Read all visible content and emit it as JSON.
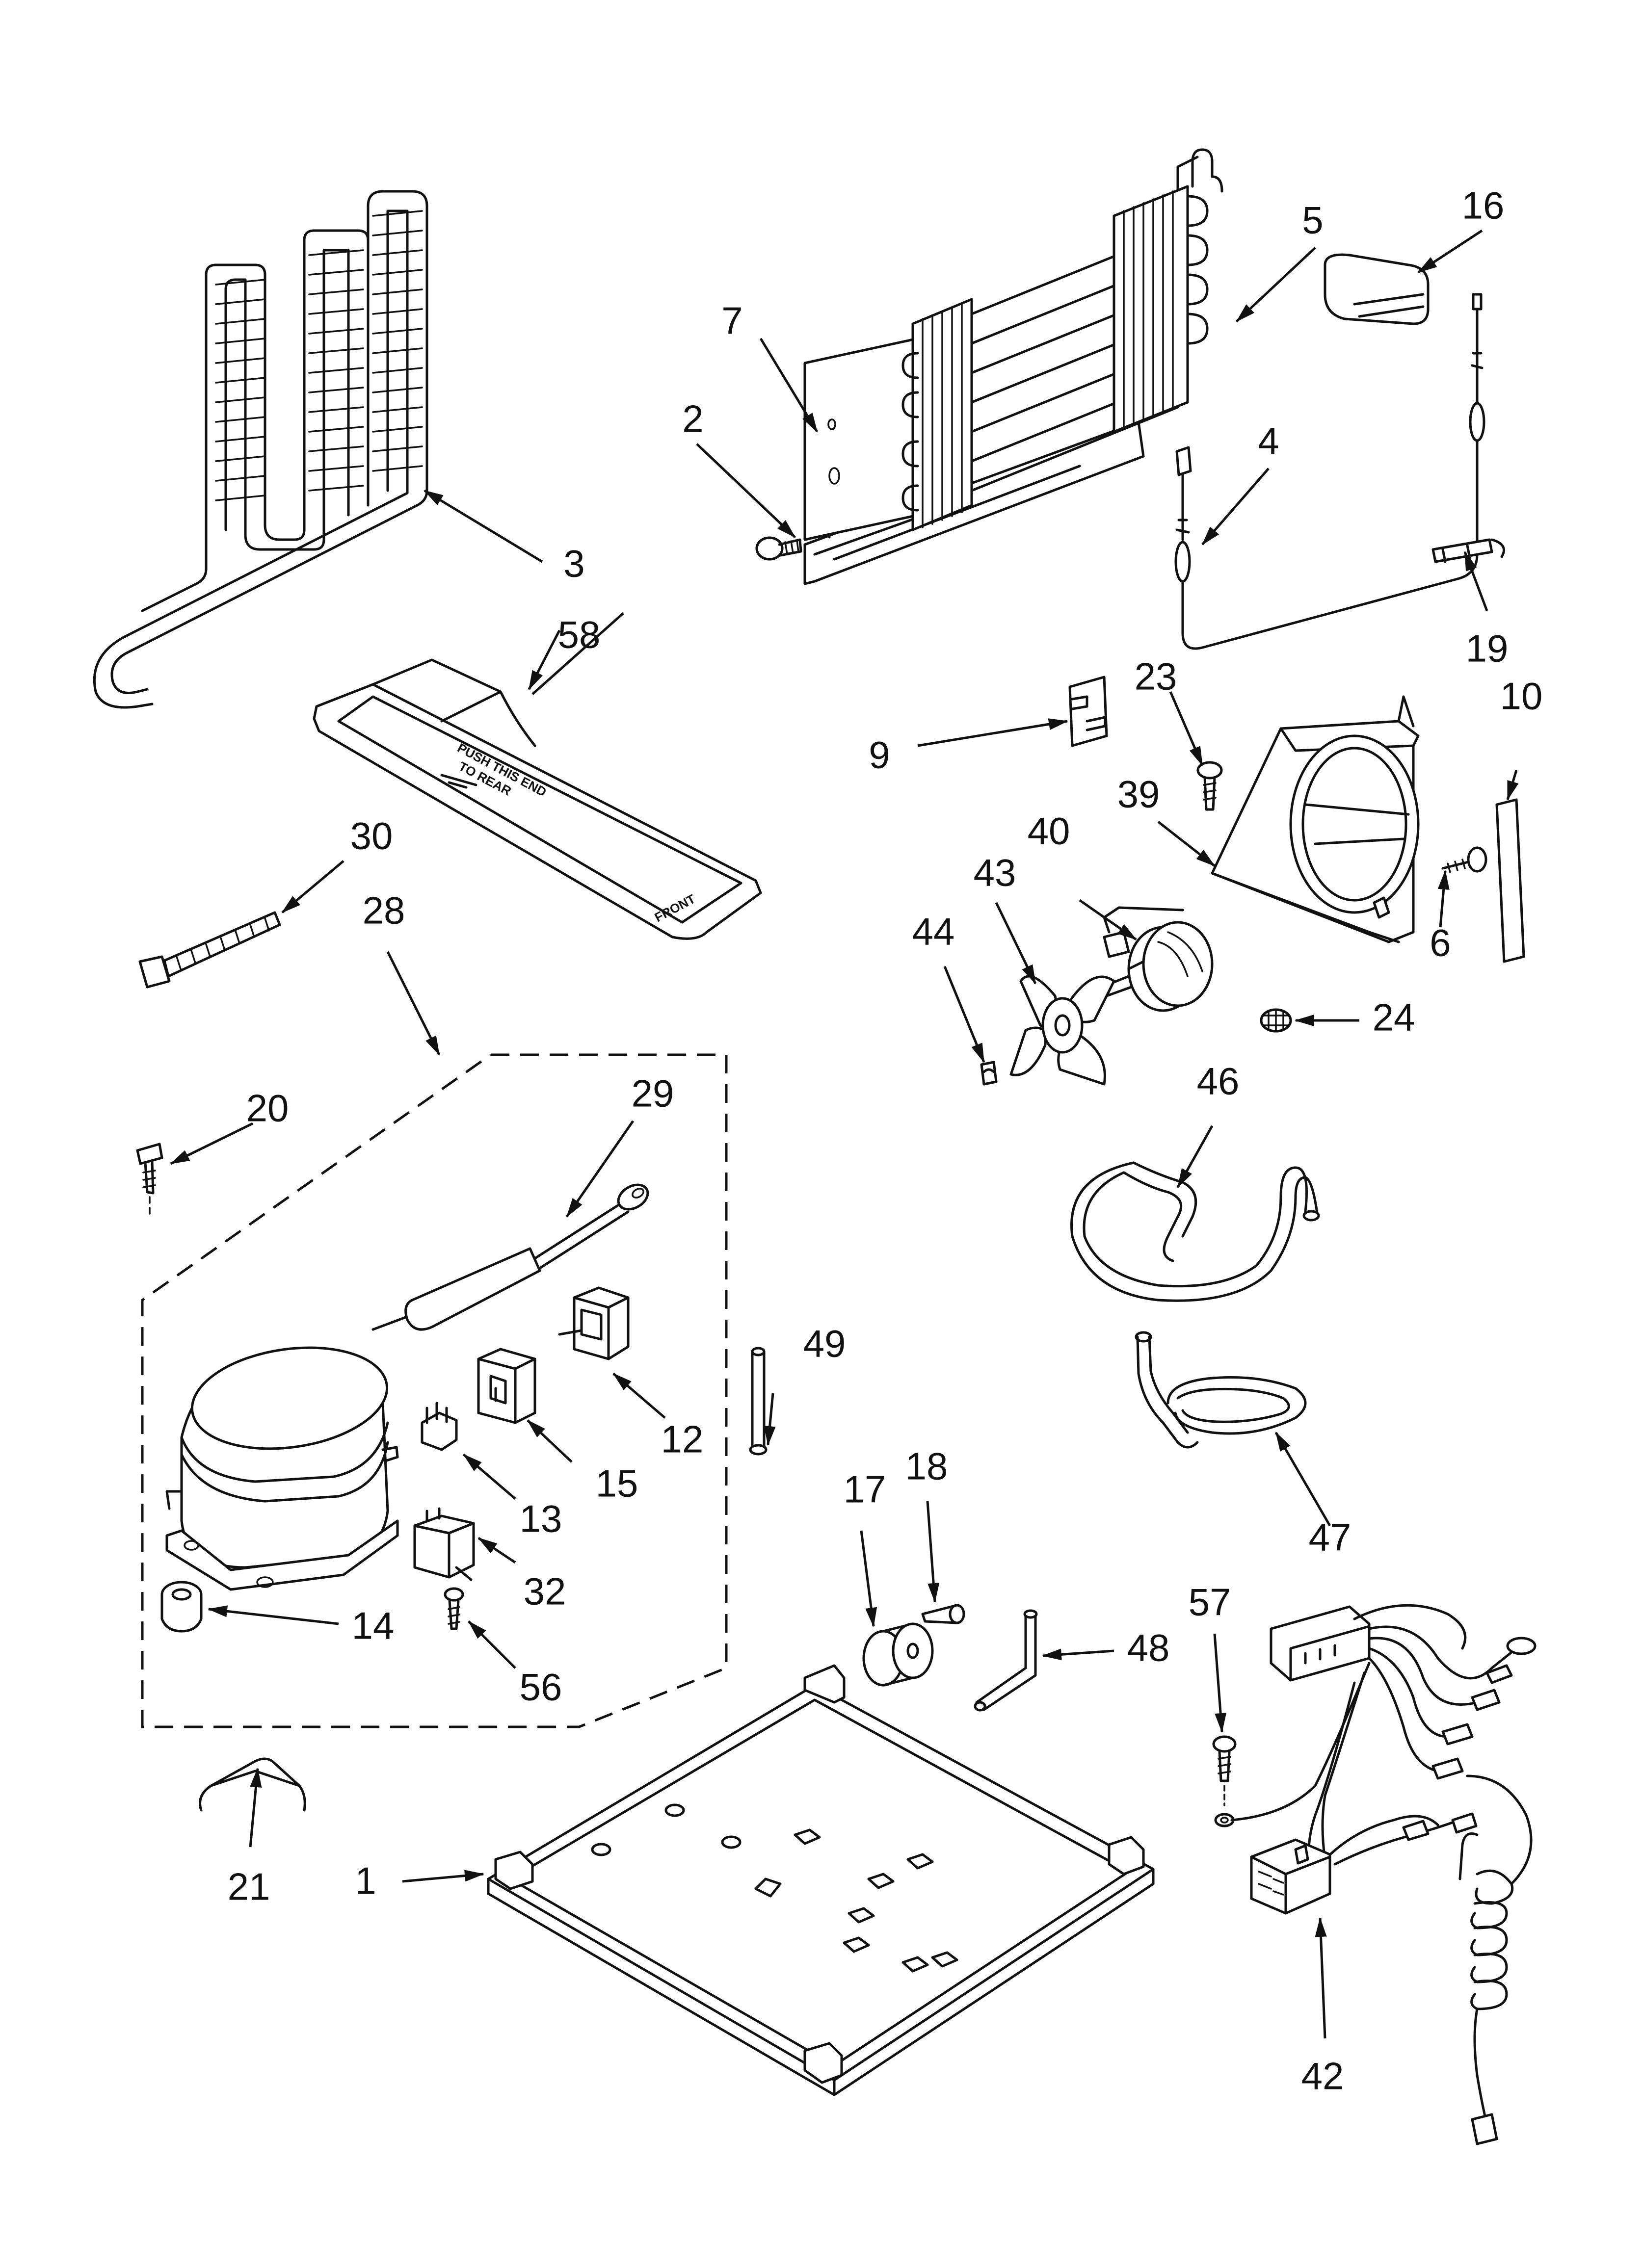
{
  "parts": [
    {
      "id": "p1",
      "label": "1"
    },
    {
      "id": "p2",
      "label": "2"
    },
    {
      "id": "p3",
      "label": "3"
    },
    {
      "id": "p4",
      "label": "4"
    },
    {
      "id": "p5",
      "label": "5"
    },
    {
      "id": "p6",
      "label": "6"
    },
    {
      "id": "p7",
      "label": "7"
    },
    {
      "id": "p9",
      "label": "9"
    },
    {
      "id": "p10",
      "label": "10"
    },
    {
      "id": "p12",
      "label": "12"
    },
    {
      "id": "p13",
      "label": "13"
    },
    {
      "id": "p14",
      "label": "14"
    },
    {
      "id": "p15",
      "label": "15"
    },
    {
      "id": "p16",
      "label": "16"
    },
    {
      "id": "p17",
      "label": "17"
    },
    {
      "id": "p18",
      "label": "18"
    },
    {
      "id": "p19",
      "label": "19"
    },
    {
      "id": "p20",
      "label": "20"
    },
    {
      "id": "p21",
      "label": "21"
    },
    {
      "id": "p23",
      "label": "23"
    },
    {
      "id": "p24",
      "label": "24"
    },
    {
      "id": "p28",
      "label": "28"
    },
    {
      "id": "p29",
      "label": "29"
    },
    {
      "id": "p30",
      "label": "30"
    },
    {
      "id": "p32",
      "label": "32"
    },
    {
      "id": "p39",
      "label": "39"
    },
    {
      "id": "p40",
      "label": "40"
    },
    {
      "id": "p42",
      "label": "42"
    },
    {
      "id": "p43",
      "label": "43"
    },
    {
      "id": "p44",
      "label": "44"
    },
    {
      "id": "p46",
      "label": "46"
    },
    {
      "id": "p47",
      "label": "47"
    },
    {
      "id": "p48",
      "label": "48"
    },
    {
      "id": "p49",
      "label": "49"
    },
    {
      "id": "p56",
      "label": "56"
    },
    {
      "id": "p57",
      "label": "57"
    },
    {
      "id": "p58",
      "label": "58"
    }
  ],
  "drip_tray_text": {
    "line1": "PUSH THIS END",
    "line2": "TO REAR",
    "front": "FRONT"
  }
}
